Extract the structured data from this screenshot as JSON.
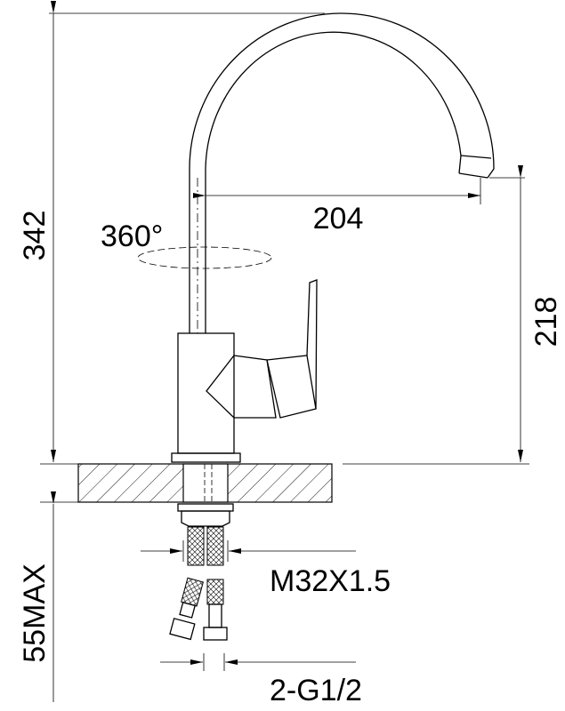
{
  "dimensions": {
    "total_height": "342",
    "reach": "204",
    "spout_height": "218",
    "rotation": "360°",
    "thread": "M32X1.5",
    "hose_connection": "2-G1/2",
    "max_counter_thickness": "55MAX"
  }
}
